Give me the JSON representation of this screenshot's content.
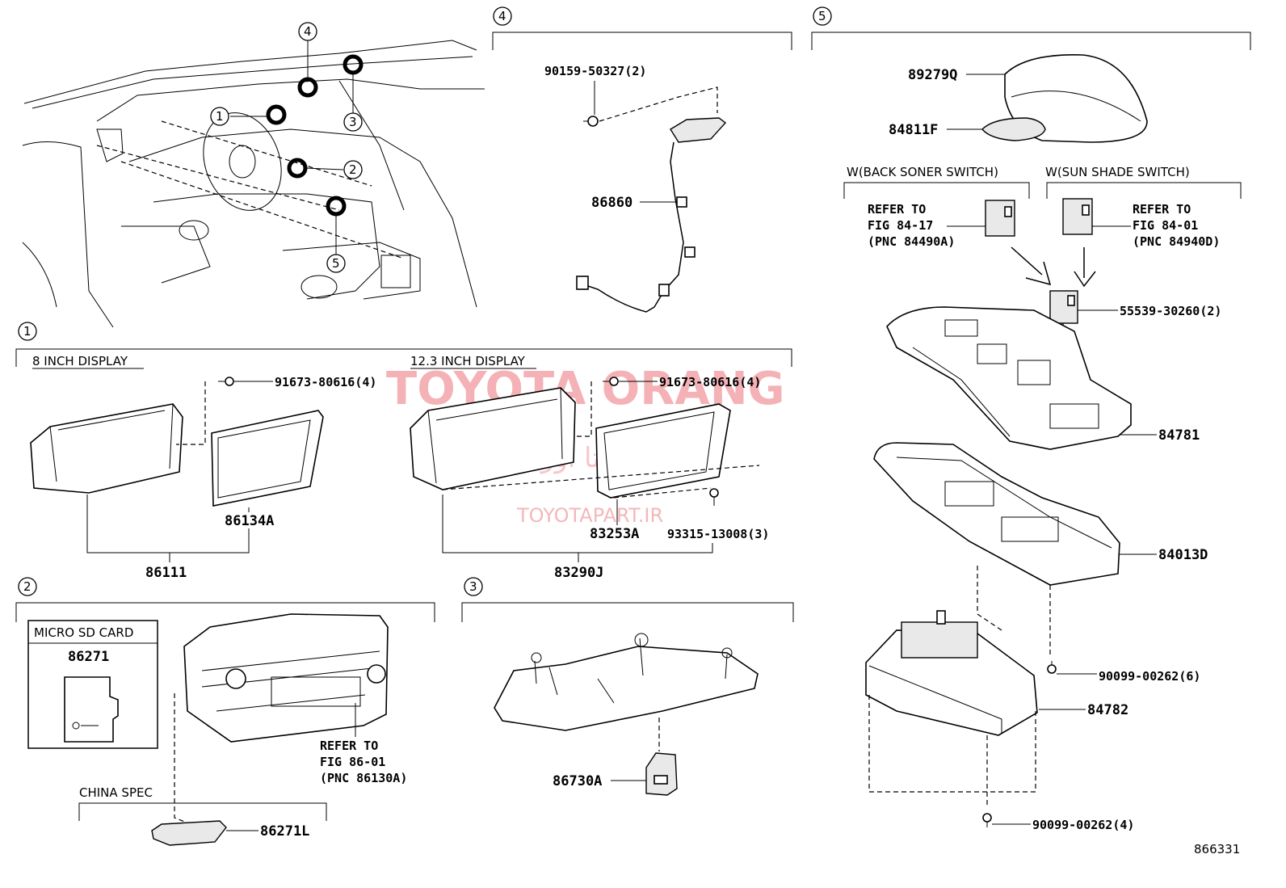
{
  "diagram_id": "866331",
  "watermark": {
    "brand": "TOYOTA ORANG",
    "persian": "تویوتا اورنگ",
    "site": "TOYOTAPART.IR"
  },
  "overview": {
    "callouts": [
      "1",
      "2",
      "3",
      "4",
      "5"
    ]
  },
  "section1": {
    "number": "1",
    "left_title": "8 INCH DISPLAY",
    "right_title": "12.3 INCH DISPLAY",
    "parts": {
      "screw_left": "91673-80616(4)",
      "panel_left": "86134A",
      "assy_left": "86111",
      "screw_right": "91673-80616(4)",
      "panel_right": "83253A",
      "bolt_right": "93315-13008(3)",
      "assy_right": "83290J"
    }
  },
  "section2": {
    "number": "2",
    "sd_box_title": "MICRO SD CARD",
    "sd_part": "86271",
    "refer": [
      "REFER TO",
      "FIG 86-01",
      "(PNC 86130A)"
    ],
    "china_spec_title": "CHINA  SPEC",
    "china_part": "86271L"
  },
  "section3": {
    "number": "3",
    "part": "86730A"
  },
  "section4": {
    "number": "4",
    "screw": "90159-50327(2)",
    "cable": "86860"
  },
  "section5": {
    "number": "5",
    "armrest": "89279Q",
    "cap": "84811F",
    "back_switch_title": "W(BACK SONER SWITCH)",
    "sun_switch_title": "W(SUN SHADE SWITCH)",
    "refer_back": [
      "REFER TO",
      "FIG 84-17",
      "(PNC 84490A)"
    ],
    "refer_sun": [
      "REFER TO",
      "FIG 84-01",
      "(PNC 84940D)"
    ],
    "switch_part": "55539-30260(2)",
    "bezel": "84781",
    "base": "84013D",
    "screw_a": "90099-00262(6)",
    "controller": "84782",
    "screw_b": "90099-00262(4)"
  }
}
